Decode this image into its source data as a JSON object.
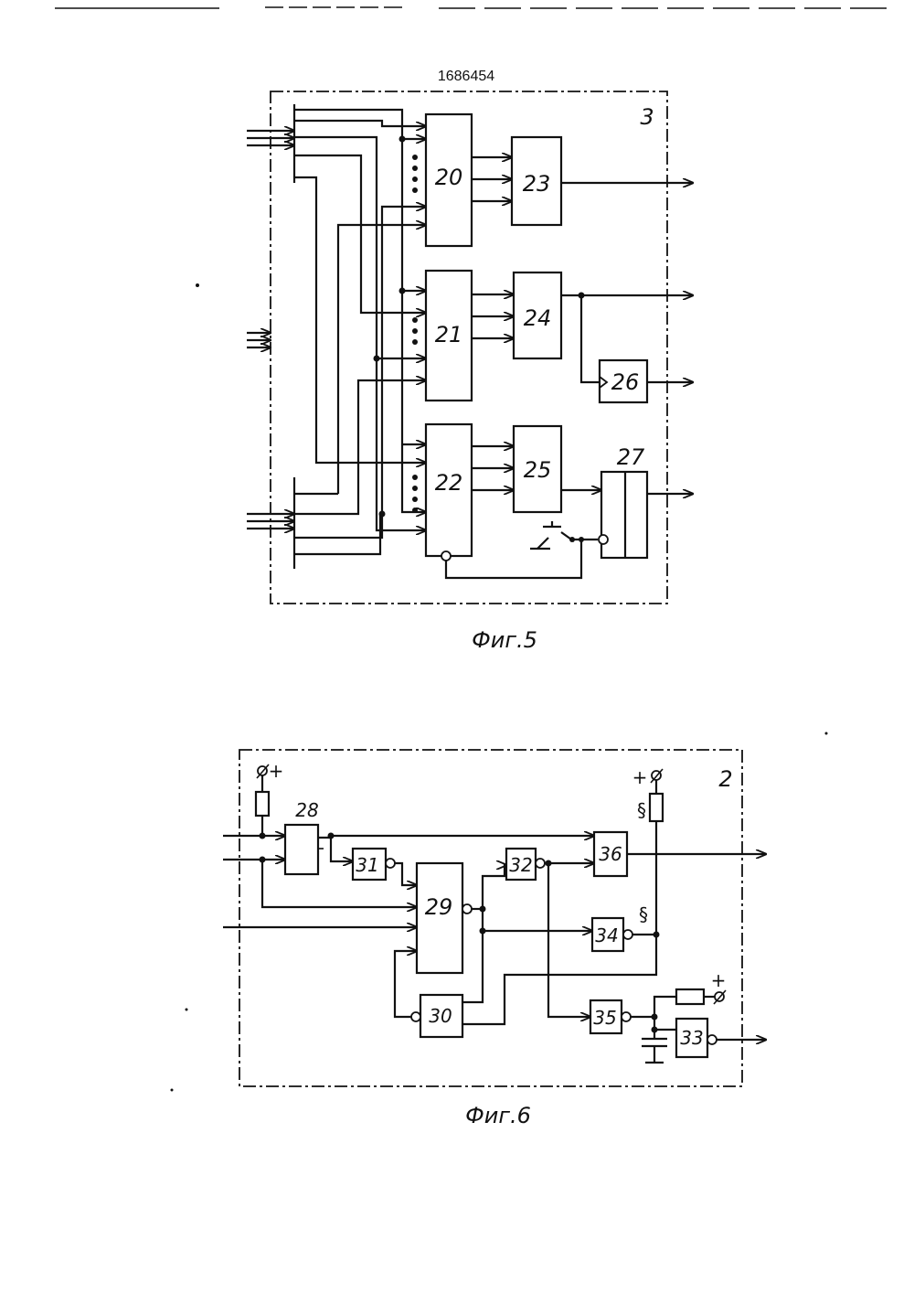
{
  "patent_number": "1686454",
  "fig5": {
    "caption": "Фиг.5",
    "frame_label": "3",
    "blocks": {
      "b20": "20",
      "b21": "21",
      "b22": "22",
      "b23": "23",
      "b24": "24",
      "b25": "25",
      "b26": "26",
      "b27": "27"
    }
  },
  "fig6": {
    "caption": "Фиг.6",
    "frame_label": "2",
    "blocks": {
      "b28": "28",
      "b29": "29",
      "b30": "30",
      "b31": "31",
      "b32": "32",
      "b33": "33",
      "b34": "34",
      "b35": "35",
      "b36": "36"
    },
    "plus_top_left": "+",
    "plus_top_right": "+",
    "plus_bottom_right": "+",
    "coil_symbol": "§"
  }
}
